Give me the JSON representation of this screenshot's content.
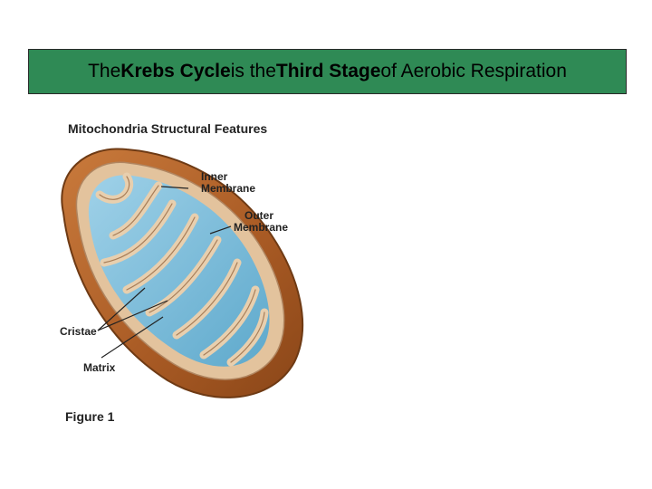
{
  "slide": {
    "title": {
      "part1": "The ",
      "bold1": "Krebs Cycle",
      "part2": " is the ",
      "bold2": "Third Stage",
      "part3": " of Aerobic Respiration"
    },
    "colors": {
      "title_background": "#2f8a55",
      "outer_membrane": "#b5672d",
      "inner_membrane": "#e3c39d",
      "matrix": "#7fc0dd"
    }
  },
  "figure": {
    "heading": "Mitochondria Structural Features",
    "labels": {
      "inner_membrane_line1": "Inner",
      "inner_membrane_line2": "Membrane",
      "outer_membrane_line1": "Outer",
      "outer_membrane_line2": "Membrane",
      "cristae": "Cristae",
      "matrix": "Matrix"
    },
    "caption": "Figure 1"
  }
}
